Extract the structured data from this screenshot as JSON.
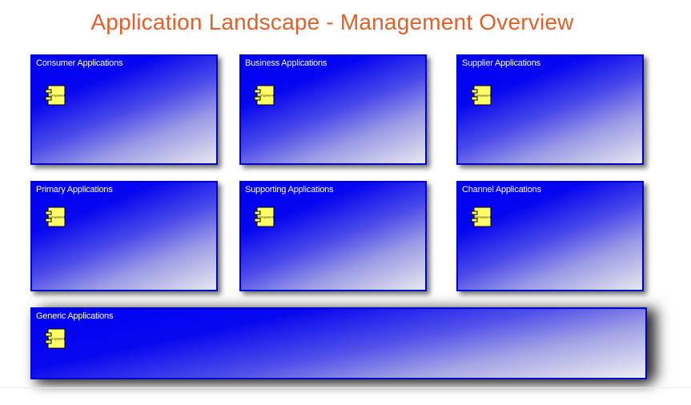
{
  "title": "Application Landscape - Management Overview",
  "colors": {
    "title": "#e0602b",
    "box_border": "#0000cc",
    "box_fill_start": "#0000f2",
    "box_fill_end": "#e8e8ee",
    "component_fill": "#ffff66",
    "label_text": "#ffffff"
  },
  "component_icon": {
    "icon": "uml-component-icon",
    "text": "Component"
  },
  "groups": [
    {
      "label": "Consumer Applications"
    },
    {
      "label": "Business Applications"
    },
    {
      "label": "Supplier Applications"
    },
    {
      "label": "Primary Applications"
    },
    {
      "label": "Supporting Applications"
    },
    {
      "label": "Channel Applications"
    },
    {
      "label": "Generic Applications"
    }
  ]
}
